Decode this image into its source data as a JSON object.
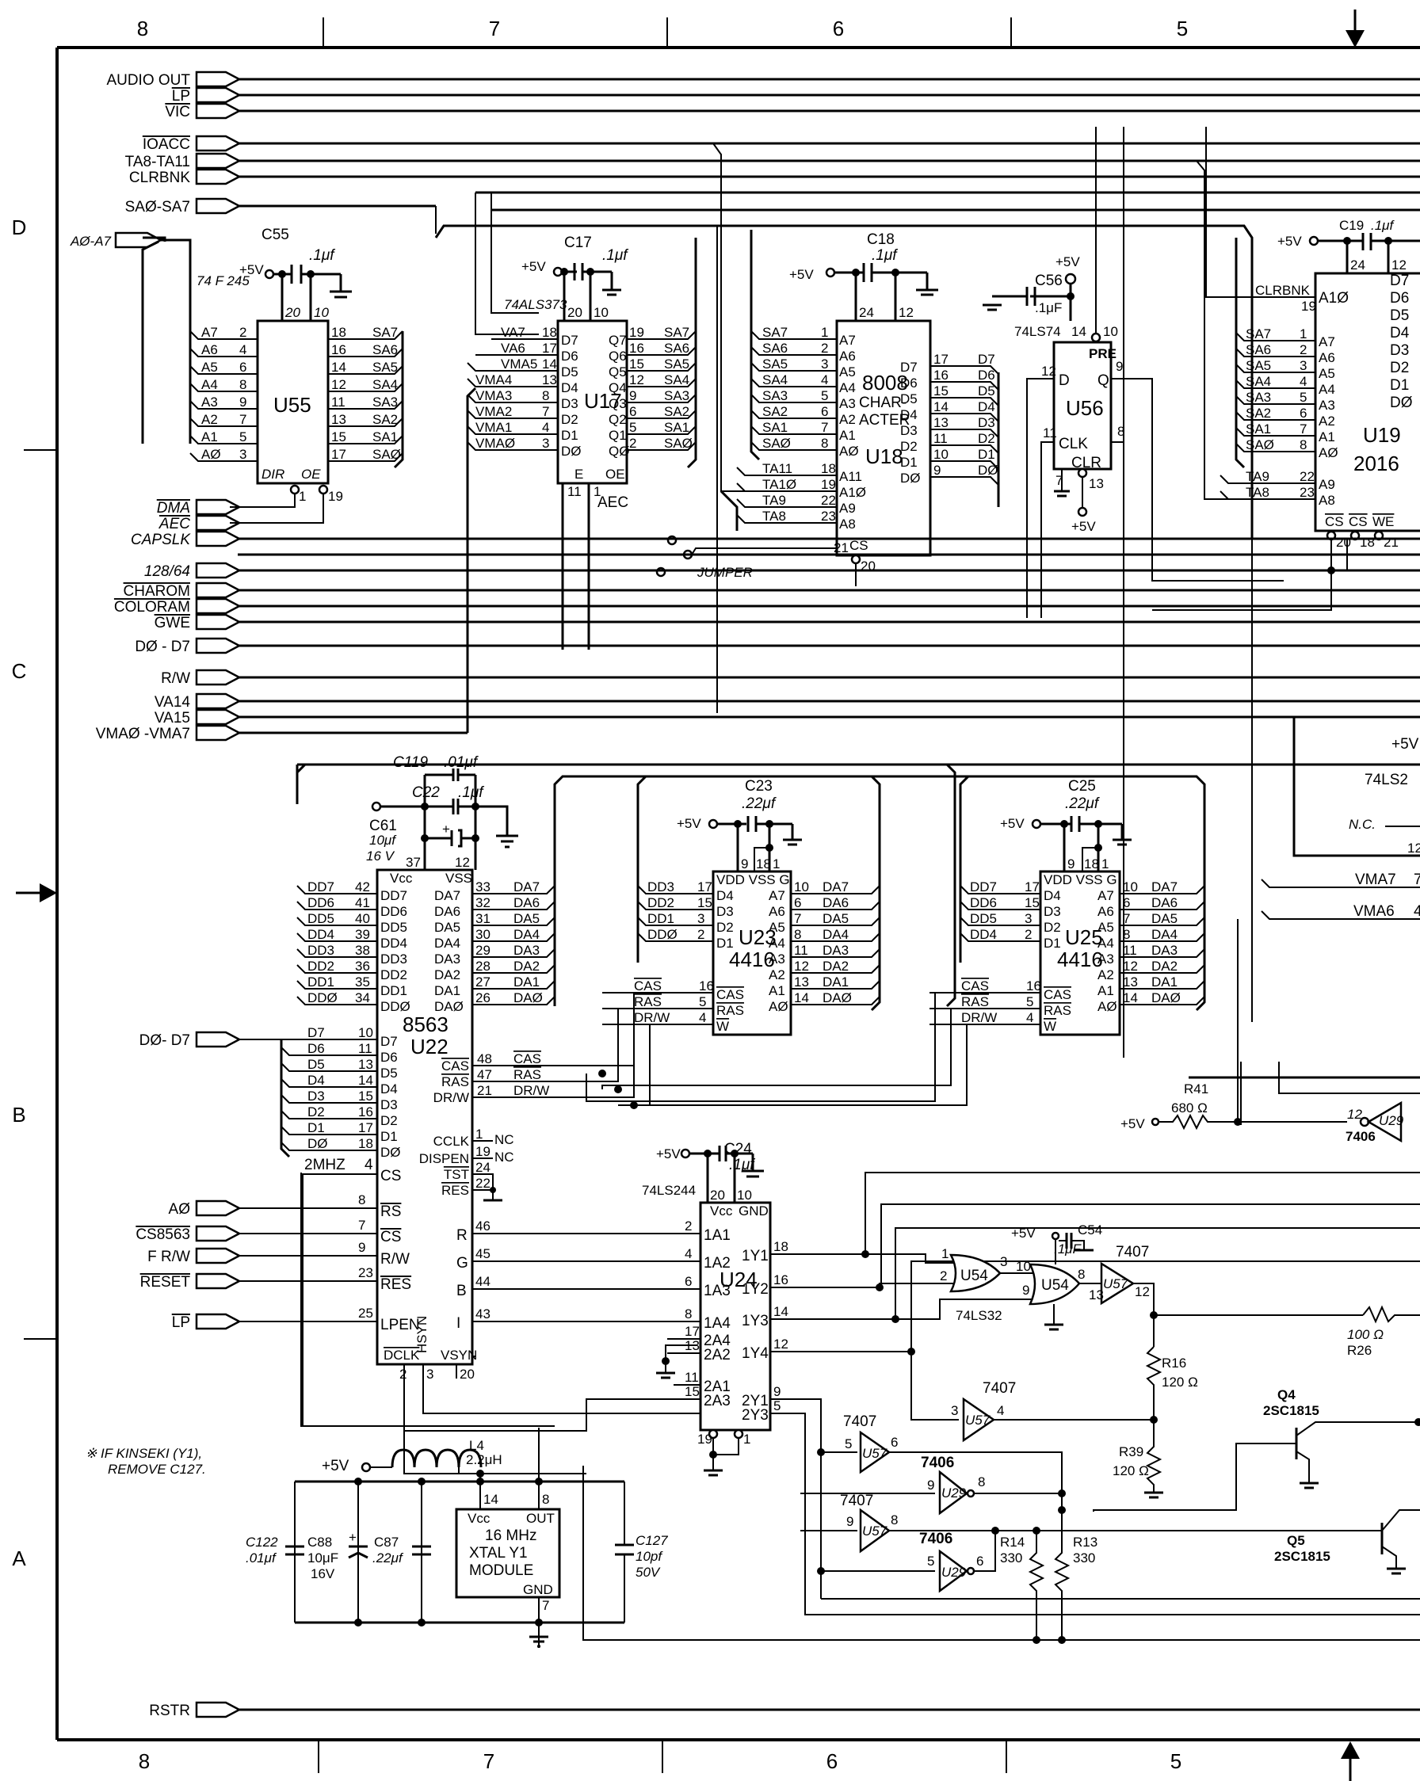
{
  "sheet": {
    "zones_top": [
      "8",
      "7",
      "6",
      "5"
    ],
    "zones_bottom": [
      "8",
      "7",
      "6",
      "5"
    ],
    "zones_left": [
      "D",
      "C",
      "B",
      "A"
    ]
  },
  "connectors": {
    "audio_out": "AUDIO OUT",
    "lp_top": "LP",
    "vic": "VIC",
    "ioacc": "IOACC",
    "ta8_ta11": "TA8-TA11",
    "clrbnk": "CLRBNK",
    "sa0_sa7": "SAØ-SA7",
    "a0_a7": "AØ-A7",
    "dma": "DMA",
    "aec": "AEC",
    "capslk": "CAPSLK",
    "mode128_64": "128/64",
    "charom": "CHAROM",
    "coloram": "COLORAM",
    "gwe": "GWE",
    "d0_d7": "DØ - D7",
    "rw": "R/W",
    "va14": "VA14",
    "va15": "VA15",
    "vma0_vma7": "VMAØ -VMA7",
    "d0_d7_b": "DØ- D7",
    "a0": "AØ",
    "cs8563": "CS8563",
    "frw": "F R/W",
    "reset": "RESET",
    "lp": "LP",
    "rstr": "RSTR"
  },
  "u55": {
    "ref": "U55",
    "part": "74 F 245",
    "cap": "C55",
    "cap_val": ".1μf",
    "vcc": "+5V",
    "pin_vcc": "20",
    "pin_gnd": "10",
    "left": [
      [
        "A7",
        "2"
      ],
      [
        "A6",
        "4"
      ],
      [
        "A5",
        "6"
      ],
      [
        "A4",
        "8"
      ],
      [
        "A3",
        "9"
      ],
      [
        "A2",
        "7"
      ],
      [
        "A1",
        "5"
      ],
      [
        "AØ",
        "3"
      ]
    ],
    "right": [
      [
        "18",
        "SA7"
      ],
      [
        "16",
        "SA6"
      ],
      [
        "14",
        "SA5"
      ],
      [
        "12",
        "SA4"
      ],
      [
        "11",
        "SA3"
      ],
      [
        "13",
        "SA2"
      ],
      [
        "15",
        "SA1"
      ],
      [
        "17",
        "SAØ"
      ]
    ],
    "dir": "DIR",
    "oe": "OE",
    "pin_dir": "1",
    "pin_oe": "19"
  },
  "u17": {
    "ref": "U17",
    "part": "74ALS373",
    "cap": "C17",
    "cap_val": ".1μf",
    "vcc": "+5V",
    "pin_vcc": "20",
    "pin_gnd": "10",
    "left": [
      [
        "VA7",
        "18",
        "D7"
      ],
      [
        "VA6",
        "17",
        "D6"
      ],
      [
        "VMA5",
        "14",
        "D5"
      ],
      [
        "VMA4",
        "13",
        "D4"
      ],
      [
        "VMA3",
        "8",
        "D3"
      ],
      [
        "VMA2",
        "7",
        "D2"
      ],
      [
        "VMA1",
        "4",
        "D1"
      ],
      [
        "VMAØ",
        "3",
        "DØ"
      ]
    ],
    "right": [
      [
        "Q7",
        "19",
        "SA7"
      ],
      [
        "Q6",
        "16",
        "SA6"
      ],
      [
        "Q5",
        "15",
        "SA5"
      ],
      [
        "Q4",
        "12",
        "SA4"
      ],
      [
        "Q3",
        "9",
        "SA3"
      ],
      [
        "Q2",
        "6",
        "SA2"
      ],
      [
        "Q1",
        "5",
        "SA1"
      ],
      [
        "QØ",
        "2",
        "SAØ"
      ]
    ],
    "e": "E",
    "oe": "OE",
    "pin_e": "11",
    "pin_oe": "1",
    "aec": "AEC",
    "jumper": "JUMPER"
  },
  "u18": {
    "ref": "U18",
    "part_line1": "8008",
    "part_line2": "CHAR-",
    "part_line3": "ACTER",
    "cap": "C18",
    "cap_val": ".1μf",
    "vcc": "+5V",
    "pin_vcc": "24",
    "pin_gnd": "12",
    "left": [
      [
        "SA7",
        "1",
        "A7"
      ],
      [
        "SA6",
        "2",
        "A6"
      ],
      [
        "SA5",
        "3",
        "A5"
      ],
      [
        "SA4",
        "4",
        "A4"
      ],
      [
        "SA3",
        "5",
        "A3"
      ],
      [
        "SA2",
        "6",
        "A2"
      ],
      [
        "SA1",
        "7",
        "A1"
      ],
      [
        "SAØ",
        "8",
        "AØ"
      ],
      [
        "TA11",
        "18",
        "A11"
      ],
      [
        "TA1Ø",
        "19",
        "A1Ø"
      ],
      [
        "TA9",
        "22",
        "A9"
      ],
      [
        "TA8",
        "23",
        "A8"
      ]
    ],
    "right": [
      [
        "D7",
        "17",
        "D7"
      ],
      [
        "D6",
        "16",
        "D6"
      ],
      [
        "D5",
        "15",
        "D5"
      ],
      [
        "D4",
        "14",
        "D4"
      ],
      [
        "D3",
        "13",
        "D3"
      ],
      [
        "D2",
        "11",
        "D2"
      ],
      [
        "D1",
        "10",
        "D1"
      ],
      [
        "DØ",
        "9",
        "DØ"
      ]
    ],
    "cs": "CS",
    "pin_cs": "20",
    "pin_21": "21"
  },
  "u56": {
    "ref": "U56",
    "part": "74LS74",
    "cap": "C56",
    "cap_val": ".1μF",
    "vcc": "+5V",
    "pre": "PRE",
    "d": "D",
    "q": "Q",
    "clk": "CLK",
    "clr": "CLR",
    "pins": {
      "vcc": "14",
      "pre": "10",
      "d": "12",
      "q": "9",
      "clk": "11",
      "qn": "8",
      "gnd": "7",
      "clr": "13"
    }
  },
  "u19": {
    "ref": "U19",
    "part": "2016",
    "cap": "C19",
    "cap_val": ".1μf",
    "vcc": "+5V",
    "pin_vcc": "24",
    "pin_gnd": "12",
    "clrbnk": "CLRBNK",
    "a10": "A1Ø",
    "pin_a10": "19",
    "left": [
      [
        "SA7",
        "1",
        "A7"
      ],
      [
        "SA6",
        "2",
        "A6"
      ],
      [
        "SA5",
        "3",
        "A5"
      ],
      [
        "SA4",
        "4",
        "A4"
      ],
      [
        "SA3",
        "5",
        "A3"
      ],
      [
        "SA2",
        "6",
        "A2"
      ],
      [
        "SA1",
        "7",
        "A1"
      ],
      [
        "SAØ",
        "8",
        "AØ"
      ],
      [
        "TA9",
        "22",
        "A9"
      ],
      [
        "TA8",
        "23",
        "A8"
      ]
    ],
    "right": [
      "D7",
      "D6",
      "D5",
      "D4",
      "D3",
      "D2",
      "D1",
      "DØ"
    ],
    "bottom": [
      [
        "CS",
        "20"
      ],
      [
        "CS",
        "18"
      ],
      [
        "WE",
        "21"
      ]
    ]
  },
  "right_edge": {
    "vcc": "+5V",
    "part": "74LS2",
    "nc": "N.C.",
    "pin12": "12",
    "vma7": "VMA7",
    "vma7_pin": "7",
    "vma6": "VMA6",
    "vma6_pin": "4"
  },
  "u22": {
    "ref": "U22",
    "part": "8563",
    "caps": [
      {
        "ref": "C119",
        "val": ".01μf"
      },
      {
        "ref": "C22",
        "val": ".1μf"
      },
      {
        "ref": "C61",
        "val": "10μf",
        "volt": "16 V"
      }
    ],
    "pin_vcc": "37",
    "pin_vss": "12",
    "vcc": "Vcc",
    "vss": "VSS",
    "left_dd": [
      [
        "DD7",
        "42",
        "DD7"
      ],
      [
        "DD6",
        "41",
        "DD6"
      ],
      [
        "DD5",
        "40",
        "DD5"
      ],
      [
        "DD4",
        "39",
        "DD4"
      ],
      [
        "DD3",
        "38",
        "DD3"
      ],
      [
        "DD2",
        "36",
        "DD2"
      ],
      [
        "DD1",
        "35",
        "DD1"
      ],
      [
        "DDØ",
        "34",
        "DDØ"
      ]
    ],
    "right_da": [
      [
        "DA7",
        "33",
        "DA7"
      ],
      [
        "DA6",
        "32",
        "DA6"
      ],
      [
        "DA5",
        "31",
        "DA5"
      ],
      [
        "DA4",
        "30",
        "DA4"
      ],
      [
        "DA3",
        "29",
        "DA3"
      ],
      [
        "DA2",
        "28",
        "DA2"
      ],
      [
        "DA1",
        "27",
        "DA1"
      ],
      [
        "DAØ",
        "26",
        "DAØ"
      ]
    ],
    "left_d": [
      [
        "D7",
        "10",
        "D7"
      ],
      [
        "D6",
        "11",
        "D6"
      ],
      [
        "D5",
        "13",
        "D5"
      ],
      [
        "D4",
        "14",
        "D4"
      ],
      [
        "D3",
        "15",
        "D3"
      ],
      [
        "D2",
        "16",
        "D2"
      ],
      [
        "D1",
        "17",
        "D1"
      ],
      [
        "DØ",
        "18",
        "DØ"
      ]
    ],
    "cas": [
      "CAS",
      "48",
      "CAS"
    ],
    "ras": [
      "RAS",
      "47",
      "RAS"
    ],
    "drw": [
      "DR/W",
      "21",
      "DR/W"
    ],
    "cclk": [
      "CCLK",
      "1",
      "NC"
    ],
    "dispen": [
      "DISPEN",
      "19",
      "NC"
    ],
    "tst": [
      "TST",
      "24"
    ],
    "res_r": [
      "RES",
      "22"
    ],
    "cs_pin": [
      "CS",
      "4",
      "2MHZ"
    ],
    "rs": [
      "RS",
      "8"
    ],
    "cs_n": [
      "CS",
      "7"
    ],
    "rw": [
      "R/W",
      "9"
    ],
    "res": [
      "RES",
      "23"
    ],
    "lpen": [
      "LPEN",
      "25"
    ],
    "rgbi": [
      [
        "R",
        "46"
      ],
      [
        "G",
        "45"
      ],
      [
        "B",
        "44"
      ],
      [
        "I",
        "43"
      ]
    ],
    "bottom": [
      [
        "DCLK",
        "2"
      ],
      [
        "HSYN",
        "3"
      ],
      [
        "VSYN",
        "20"
      ]
    ]
  },
  "u23": {
    "ref": "U23",
    "part": "4416",
    "cap": "C23",
    "cap_val": ".22μf",
    "vcc": "+5V",
    "top_pins": [
      "9",
      "18",
      "1"
    ],
    "top_labels": "VDD VSS G",
    "left": [
      [
        "DD3",
        "17",
        "D4"
      ],
      [
        "DD2",
        "15",
        "D3"
      ],
      [
        "DD1",
        "3",
        "D2"
      ],
      [
        "DDØ",
        "2",
        "D1"
      ]
    ],
    "ctrl": [
      [
        "CAS",
        "16",
        "CAS"
      ],
      [
        "RAS",
        "5",
        "RAS"
      ],
      [
        "DR/W",
        "4",
        "W"
      ]
    ],
    "right": [
      [
        "A7",
        "10",
        "DA7"
      ],
      [
        "A6",
        "6",
        "DA6"
      ],
      [
        "A5",
        "7",
        "DA5"
      ],
      [
        "A4",
        "8",
        "DA4"
      ],
      [
        "A3",
        "11",
        "DA3"
      ],
      [
        "A2",
        "12",
        "DA2"
      ],
      [
        "A1",
        "13",
        "DA1"
      ],
      [
        "AØ",
        "14",
        "DAØ"
      ]
    ]
  },
  "u25": {
    "ref": "U25",
    "part": "4416",
    "cap": "C25",
    "cap_val": ".22μf",
    "vcc": "+5V",
    "top_pins": [
      "9",
      "18",
      "1"
    ],
    "top_labels": "VDD VSS G",
    "left": [
      [
        "DD7",
        "17",
        "D4"
      ],
      [
        "DD6",
        "15",
        "D3"
      ],
      [
        "DD5",
        "3",
        "D2"
      ],
      [
        "DD4",
        "2",
        "D1"
      ]
    ],
    "ctrl": [
      [
        "CAS",
        "16",
        "CAS"
      ],
      [
        "RAS",
        "5",
        "RAS"
      ],
      [
        "DR/W",
        "4",
        "W"
      ]
    ],
    "right": [
      [
        "A7",
        "10",
        "DA7"
      ],
      [
        "A6",
        "6",
        "DA6"
      ],
      [
        "A5",
        "7",
        "DA5"
      ],
      [
        "A4",
        "8",
        "DA4"
      ],
      [
        "A3",
        "11",
        "DA3"
      ],
      [
        "A2",
        "12",
        "DA2"
      ],
      [
        "A1",
        "13",
        "DA1"
      ],
      [
        "AØ",
        "14",
        "DAØ"
      ]
    ]
  },
  "r41": {
    "ref": "R41",
    "val": "680 Ω",
    "vcc": "+5V",
    "u29": "U29",
    "u29_part": "7406",
    "u29_pin": "12"
  },
  "u24": {
    "ref": "U24",
    "part": "74LS244",
    "cap": "C24",
    "cap_val": ".1μf",
    "vcc": "+5V",
    "pin_vcc": "20",
    "pin_gnd": "10",
    "vcc_l": "Vcc",
    "gnd_l": "GND",
    "left": [
      [
        "2",
        "1A1"
      ],
      [
        "4",
        "1A2"
      ],
      [
        "6",
        "1A3"
      ],
      [
        "8",
        "1A4"
      ],
      [
        "17",
        "2A4"
      ],
      [
        "13",
        "2A2"
      ],
      [
        "11",
        "2A1"
      ],
      [
        "15",
        "2A3"
      ]
    ],
    "right": [
      [
        "1Y1",
        "18"
      ],
      [
        "1Y2",
        "16"
      ],
      [
        "1Y3",
        "14"
      ],
      [
        "1Y4",
        "12"
      ],
      [
        "2Y1",
        "9"
      ],
      [
        "2Y3",
        "5"
      ]
    ],
    "bottom": [
      "19",
      "1"
    ]
  },
  "logic": {
    "u54a": {
      "ref": "U54",
      "pins": [
        "1",
        "2",
        "3"
      ]
    },
    "u54b": {
      "ref": "U54",
      "pins": [
        "10",
        "9",
        "8"
      ]
    },
    "u54_part": "74LS32",
    "c54": {
      "ref": "C54",
      "val": ".1μF",
      "vcc": "+5V"
    },
    "u57a": {
      "ref": "U57",
      "part": "7407",
      "pins": [
        "13",
        "12"
      ]
    },
    "u57b": {
      "ref": "U57",
      "part": "7407",
      "pins": [
        "3",
        "4"
      ]
    },
    "u57c": {
      "ref": "U57",
      "part": "7407",
      "pins": [
        "5",
        "6"
      ]
    },
    "u57d": {
      "ref": "U57",
      "part": "7407",
      "pins": [
        "9",
        "8"
      ]
    },
    "u29a": {
      "ref": "U29",
      "part": "7406",
      "pins": [
        "9",
        "8"
      ]
    },
    "u29b": {
      "ref": "U29",
      "part": "7406",
      "pins": [
        "5",
        "6"
      ]
    },
    "r26": {
      "ref": "R26",
      "val": "100 Ω"
    },
    "r16": {
      "ref": "R16",
      "val": "120 Ω"
    },
    "r39": {
      "ref": "R39",
      "val": "120 Ω"
    },
    "r14": {
      "ref": "R14",
      "val": "330"
    },
    "r13": {
      "ref": "R13",
      "val": "330"
    },
    "q4": {
      "ref": "Q4",
      "part": "2SC1815"
    },
    "q5": {
      "ref": "Q5",
      "part": "2SC1815"
    }
  },
  "osc": {
    "note_line1": "※ IF KINSEKI (Y1),",
    "note_line2": "REMOVE C127.",
    "l4": "L4",
    "l4_val": "2.2μH",
    "vcc": "+5V",
    "c122": "C122",
    "c122_val": ".01μf",
    "c88": "C88",
    "c88_val": "10μF",
    "c88_volt": "16V",
    "c87": "C87",
    "c87_val": ".22μf",
    "c127": "C127",
    "c127_val": "10pf",
    "c127_volt": "50V",
    "module_l1": "16 MHz",
    "module_l2": "XTAL Y1",
    "module_l3": "MODULE",
    "vcc_l": "Vcc",
    "out_l": "OUT",
    "gnd_l": "GND",
    "pin_vcc": "14",
    "pin_out": "8",
    "pin_gnd": "7"
  }
}
